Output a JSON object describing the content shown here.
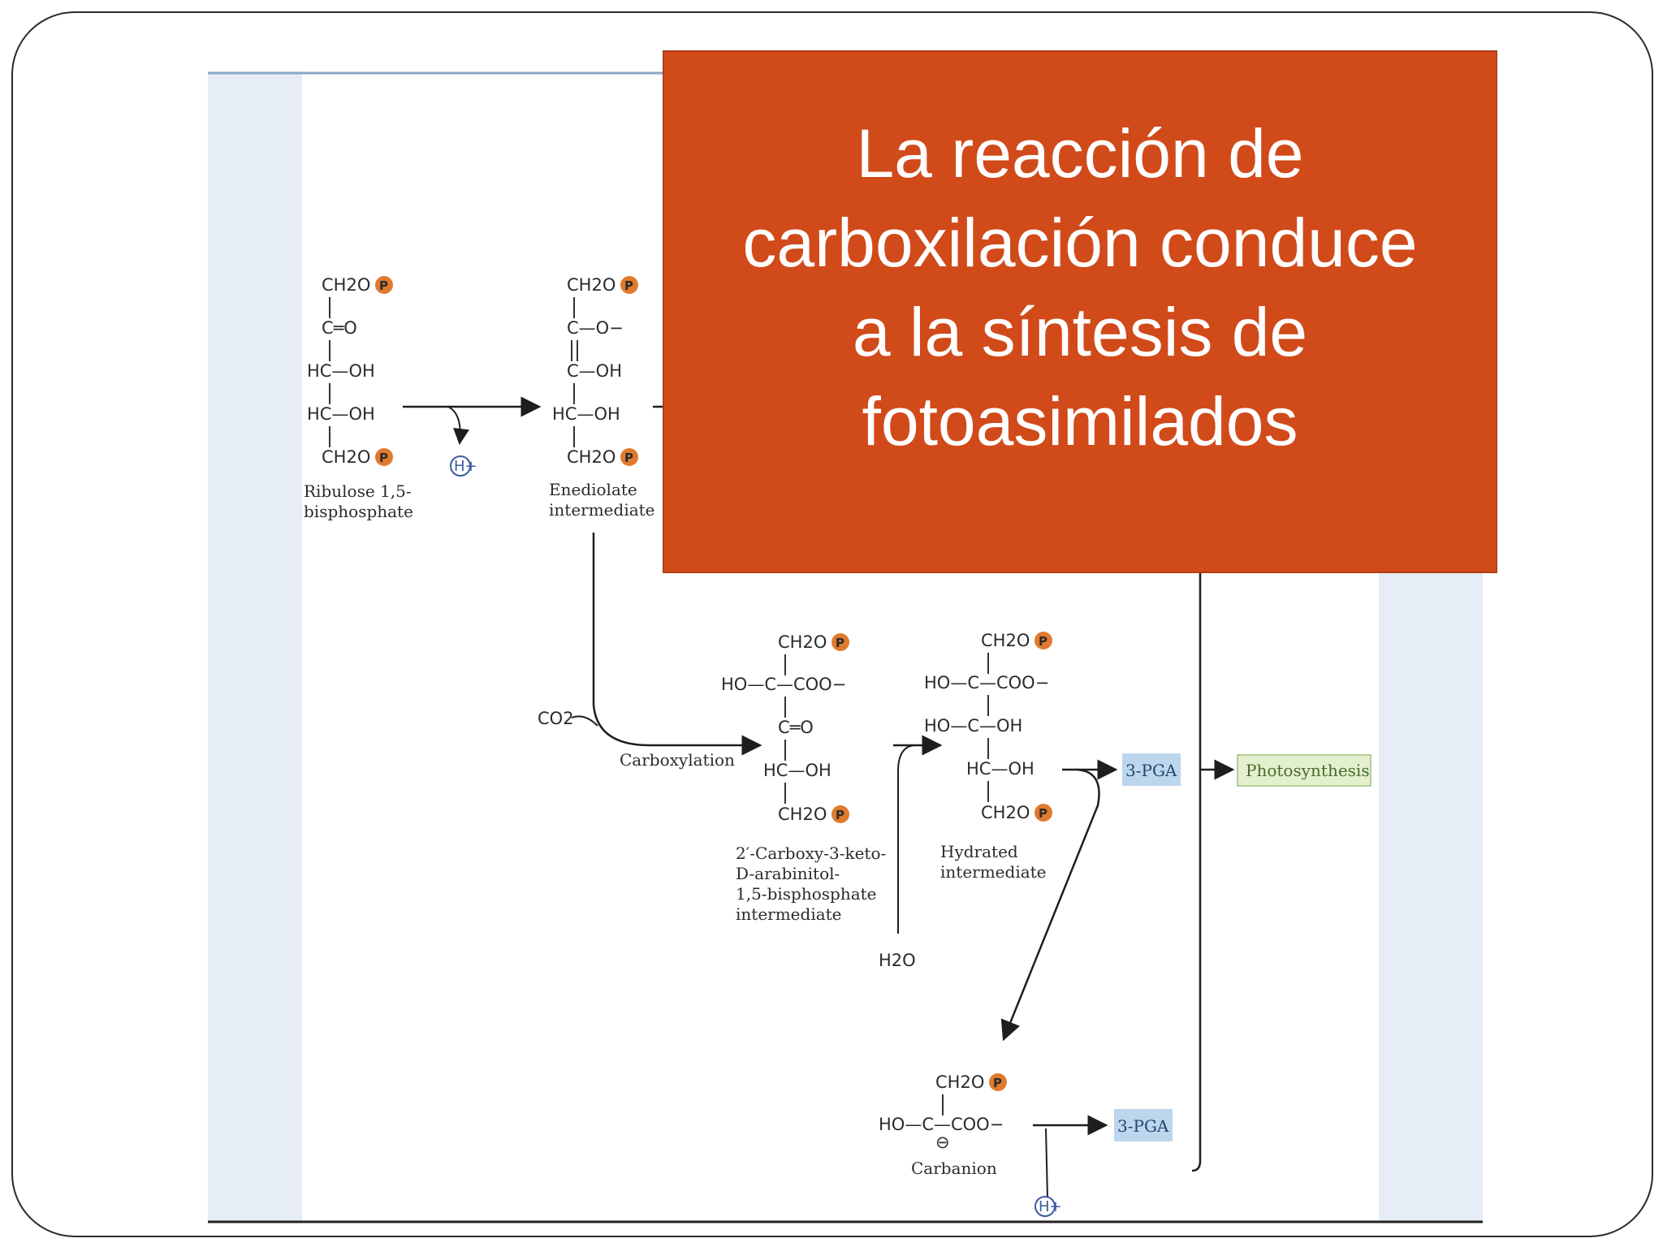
{
  "slide_title": "La reacción de\ncarboxilación  conduce\na la síntesis de\nfotoasimilados",
  "colors": {
    "title_box": "#d14a1a",
    "title_text": "#ffffff",
    "figure_side_band": "#e6edf6",
    "phosphate": "#e07a2e",
    "pga_box": "#bcd6ee",
    "photosynthesis_box": "#e3f0cf"
  },
  "phosphate_symbol": "P",
  "proton_label": "H+",
  "molecules": {
    "ribulose": {
      "lines": [
        "CH2O",
        "C═O",
        "HC—OH",
        "HC—OH",
        "CH2O"
      ],
      "caption": [
        "Ribulose 1,5-",
        "bisphosphate"
      ]
    },
    "enediolate": {
      "lines": [
        "CH2O",
        "C—O−",
        "C—OH",
        "HC—OH",
        "CH2O"
      ],
      "caption": [
        "Enediolate",
        "intermediate"
      ]
    },
    "keto_intermediate": {
      "lines": [
        "CH2O",
        "HO—C—COO−",
        "C═O",
        "HC—OH",
        "CH2O"
      ],
      "caption": [
        "2′-Carboxy-3-keto-",
        "D-arabinitol-",
        "1,5-bisphosphate",
        "intermediate"
      ]
    },
    "hydrated": {
      "lines": [
        "CH2O",
        "HO—C—COO−",
        "HO—C—OH",
        "HC—OH",
        "CH2O"
      ],
      "caption": [
        "Hydrated",
        "intermediate"
      ]
    },
    "carbanion": {
      "lines": [
        "CH2O",
        "HO—C—COO−",
        "⊖"
      ],
      "caption": [
        "Carbanion"
      ]
    }
  },
  "reagents": {
    "co2": "CO2",
    "water": "H2O"
  },
  "step_labels": {
    "carboxylation": "Carboxylation"
  },
  "products": {
    "pga_1": "3-PGA",
    "pga_2": "3-PGA",
    "photosynthesis": "Photosynthesis"
  }
}
